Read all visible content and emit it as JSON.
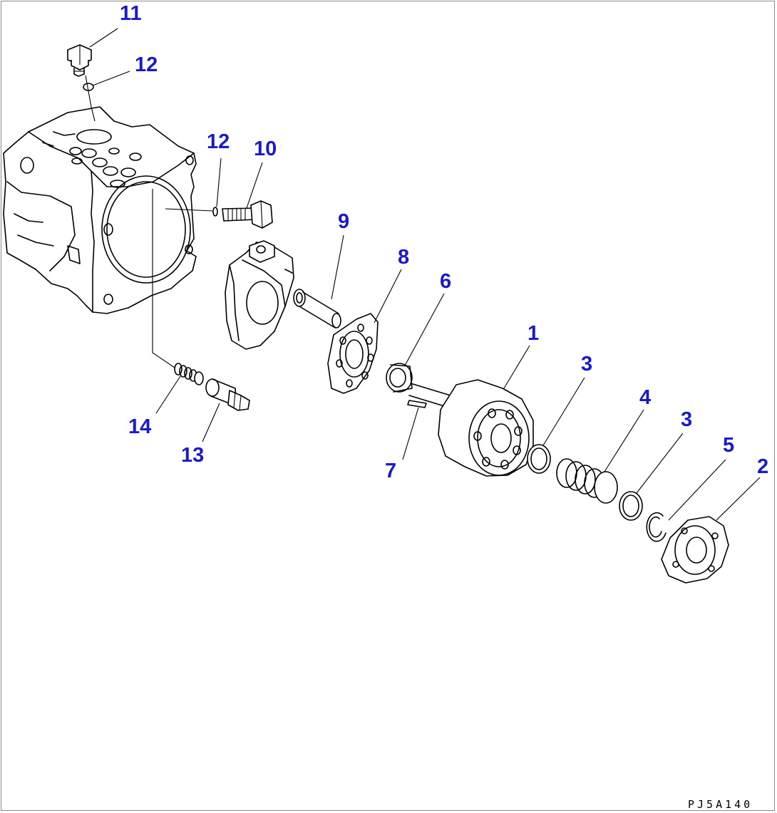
{
  "drawing_code": "PJ5A140",
  "callouts": {
    "p1": "1",
    "p2": "2",
    "p3a": "3",
    "p3b": "3",
    "p4": "4",
    "p5": "5",
    "p6": "6",
    "p7": "7",
    "p8": "8",
    "p9": "9",
    "p10": "10",
    "p11": "11",
    "p12a": "12",
    "p12b": "12",
    "p13": "13",
    "p14": "14"
  },
  "colors": {
    "callout_text": "#1a1acc",
    "linework": "#000000",
    "frame": "#8a8a8a"
  }
}
